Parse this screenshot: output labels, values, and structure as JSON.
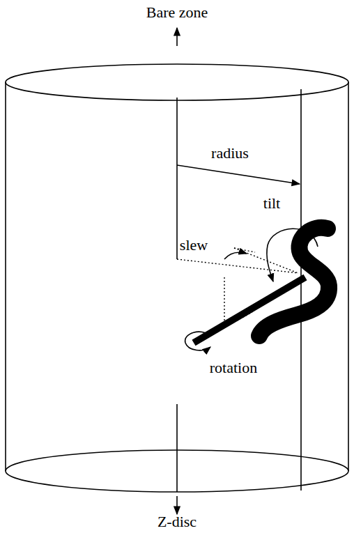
{
  "diagram": {
    "labels": [
      "Bare zone",
      "radius",
      "tilt",
      "slew",
      "rotation",
      "Z-disc"
    ]
  }
}
